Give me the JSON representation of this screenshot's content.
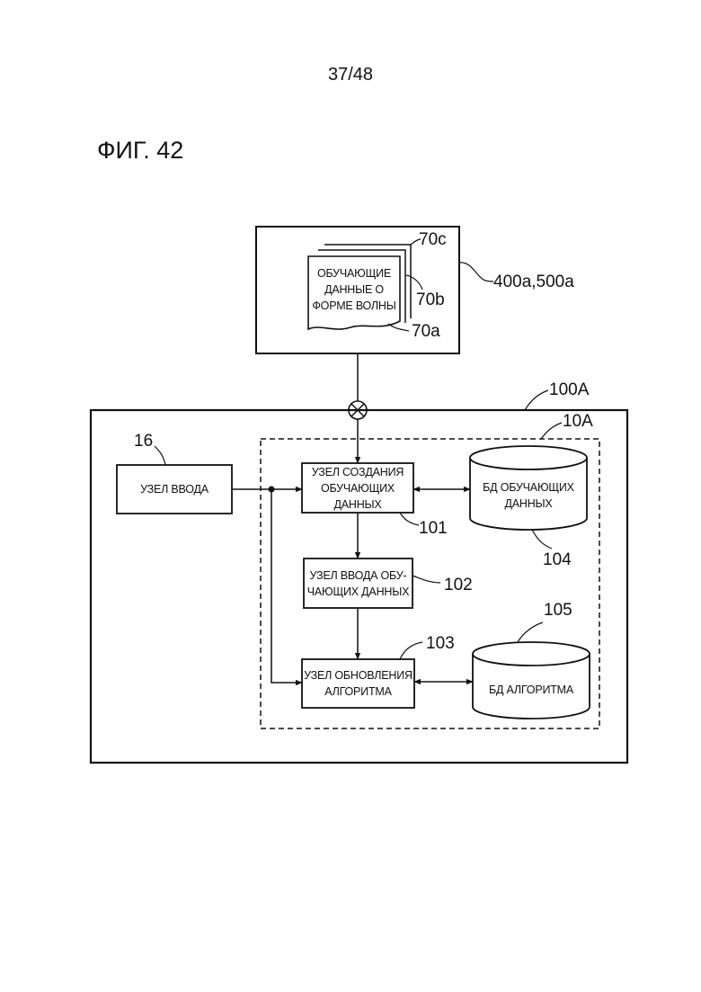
{
  "header": {
    "page_number": "37/48",
    "figure_title": "ФИГ. 42"
  },
  "colors": {
    "ink": "#111111",
    "background": "#ffffff"
  },
  "source": {
    "stack_lines": [
      "ОБУЧАЮЩИЕ",
      "ДАННЫЕ О",
      "ФОРМЕ ВОЛНЫ"
    ],
    "ref_c": "70c",
    "ref_b": "70b",
    "ref_a": "70a",
    "ref_box": "400a,500a"
  },
  "system": {
    "ref_outer": "100A",
    "ref_inner": "10A",
    "input_unit": {
      "label": "УЗЕЛ ВВОДА",
      "ref": "16"
    },
    "create_unit": {
      "lines": [
        "УЗЕЛ СОЗДАНИЯ",
        "ОБУЧАЮЩИХ",
        "ДАННЫХ"
      ],
      "ref": "101"
    },
    "train_input_unit": {
      "lines": [
        "УЗЕЛ ВВОДА ОБУ-",
        "ЧАЮЩИХ ДАННЫХ"
      ],
      "ref": "102"
    },
    "update_unit": {
      "lines": [
        "УЗЕЛ ОБНОВЛЕНИЯ",
        "АЛГОРИТМА"
      ],
      "ref": "103"
    },
    "training_db": {
      "lines": [
        "БД ОБУЧАЮЩИХ",
        "ДАННЫХ"
      ],
      "ref": "104"
    },
    "algorithm_db": {
      "label": "БД АЛГОРИТМА",
      "ref": "105"
    }
  }
}
